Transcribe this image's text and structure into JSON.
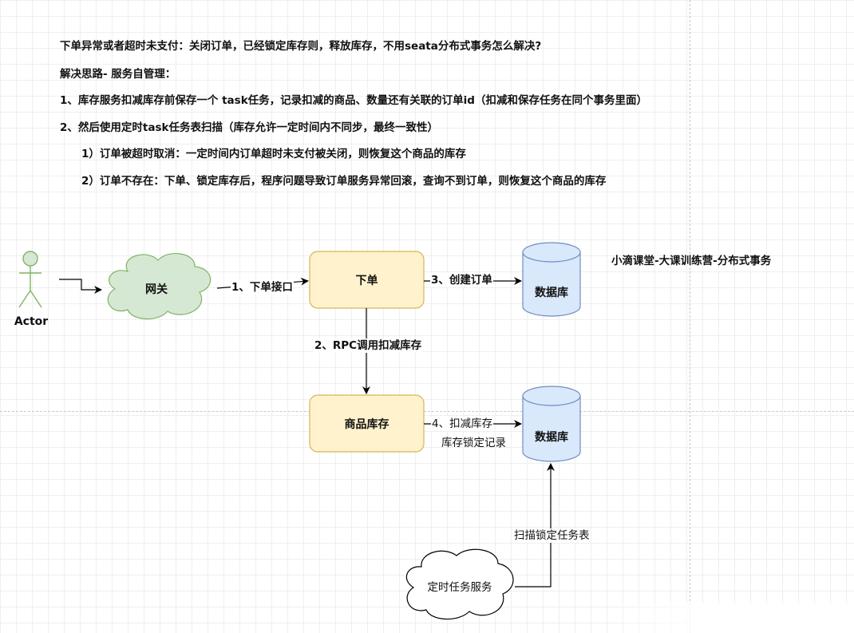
{
  "notes": {
    "problem": "下单异常或者超时未支付：关闭订单，已经锁定库存则，释放库存，不用seata分布式事务怎么解决?",
    "approach_title": "解决思路- 服务自管理：",
    "step1": "1、库存服务扣减库存前保存一个 task任务，记录扣减的商品、数量还有关联的订单id（扣减和保存任务在同个事务里面）",
    "step2": "2、然后使用定时task任务表扫描（库存允许一定时间内不同步，最终一致性）",
    "step2_case1": "1）订单被超时取消：一定时间内订单超时未支付被关闭，则恢复这个商品的库存",
    "step2_case2": "2）订单不存在：下单、锁定库存后，程序问题导致订单服务异常回滚，查询不到订单，则恢复这个商品的库存"
  },
  "watermark": "小滴课堂-大课训练营-分布式事务",
  "nodes": {
    "actor": "Actor",
    "gateway": "网关",
    "order": "下单",
    "db_order": "数据库",
    "inventory": "商品库存",
    "db_inventory": "数据库",
    "scheduler": "定时任务服务"
  },
  "edges": {
    "gateway_to_order": "1、下单接口",
    "order_to_db": "3、创建订单",
    "order_to_inventory": "2、RPC调用扣减库存",
    "inventory_to_db": "4、扣减库存",
    "inventory_to_db_sub": "库存锁定记录",
    "scheduler_to_db": "扫描锁定任务表"
  },
  "colors": {
    "actor_fill": "#d5e8d4",
    "actor_stroke": "#82b366",
    "process_fill": "#fff2cc",
    "process_stroke": "#d6b656",
    "database_fill": "#dae8fc",
    "database_stroke": "#6c8ebf",
    "edge": "#000000"
  }
}
